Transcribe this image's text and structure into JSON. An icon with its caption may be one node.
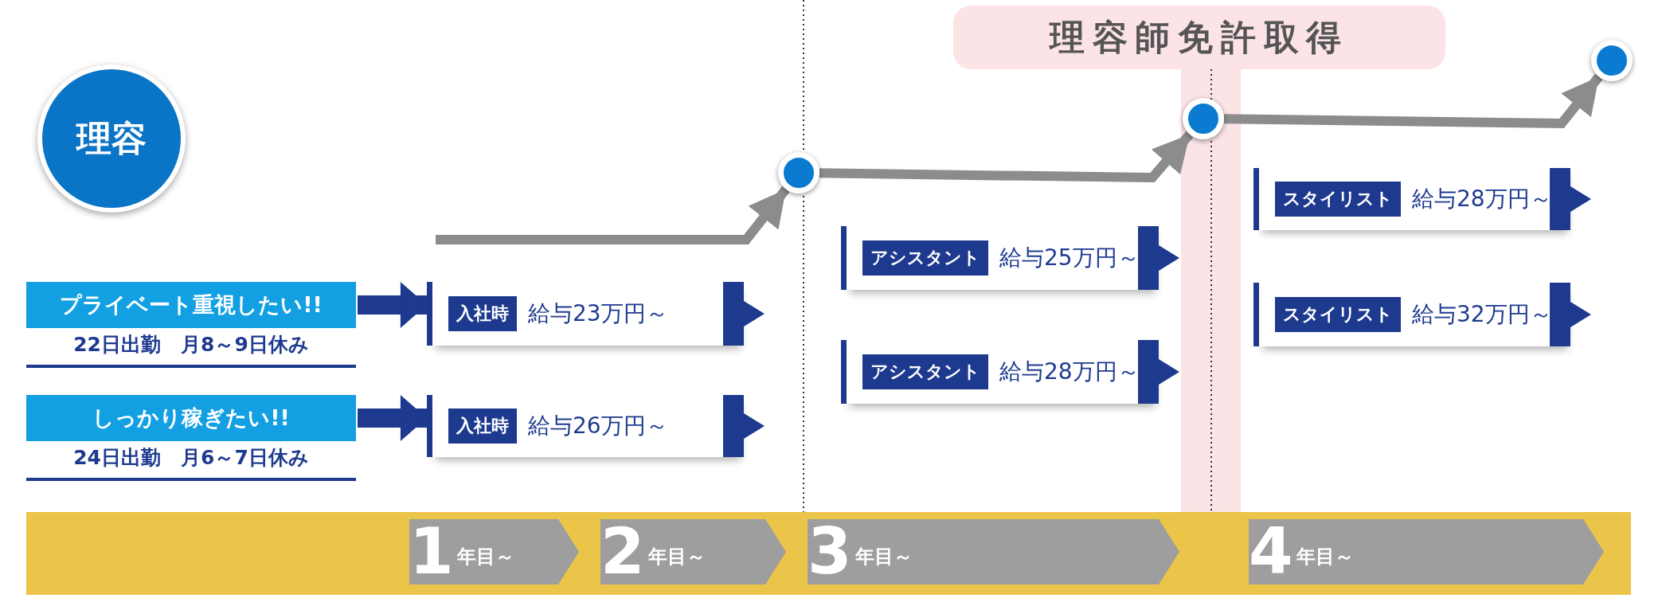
{
  "diagram": {
    "title": "理容師免許取得",
    "nodes": [
      {
        "text": [
          "理容"
        ]
      },
      {
        "text": [
          "プライベート重視したい!!",
          "22日出勤　月8～9日休み"
        ]
      },
      {
        "text": [
          "しっかり稼ぎたい!!",
          "24日出勤　月6～7日休み"
        ]
      },
      {
        "text": [
          "入社時",
          "給与23万円～"
        ]
      },
      {
        "text": [
          "入社時",
          "給与26万円～"
        ]
      },
      {
        "text": [
          "アシスタント",
          "給与25万円～"
        ]
      },
      {
        "text": [
          "アシスタント",
          "給与28万円～"
        ]
      },
      {
        "text": [
          "スタイリスト",
          "給与28万円～"
        ]
      },
      {
        "text": [
          "スタイリスト",
          "給与32万円～"
        ]
      },
      {
        "text": [
          "1",
          "年目～"
        ]
      },
      {
        "text": [
          "2",
          "年目～"
        ]
      },
      {
        "text": [
          "3",
          "年目～"
        ]
      },
      {
        "text": [
          "4",
          "年目～"
        ]
      },
      {
        "text": [],
        "shape": "circle"
      },
      {
        "text": [],
        "shape": "circle"
      },
      {
        "text": [],
        "shape": "circle"
      }
    ],
    "edges": [
      {
        "from": null,
        "to": 13,
        "arrow": "to"
      },
      {
        "from": 13,
        "to": 14,
        "arrow": "to"
      },
      {
        "from": 14,
        "to": 15,
        "arrow": "to"
      },
      {
        "from": 1,
        "to": 3,
        "arrow": "to",
        "style": "thick",
        "color": "#1e3a8f"
      },
      {
        "from": 2,
        "to": 4,
        "arrow": "to",
        "style": "thick",
        "color": "#1e3a8f"
      }
    ]
  }
}
